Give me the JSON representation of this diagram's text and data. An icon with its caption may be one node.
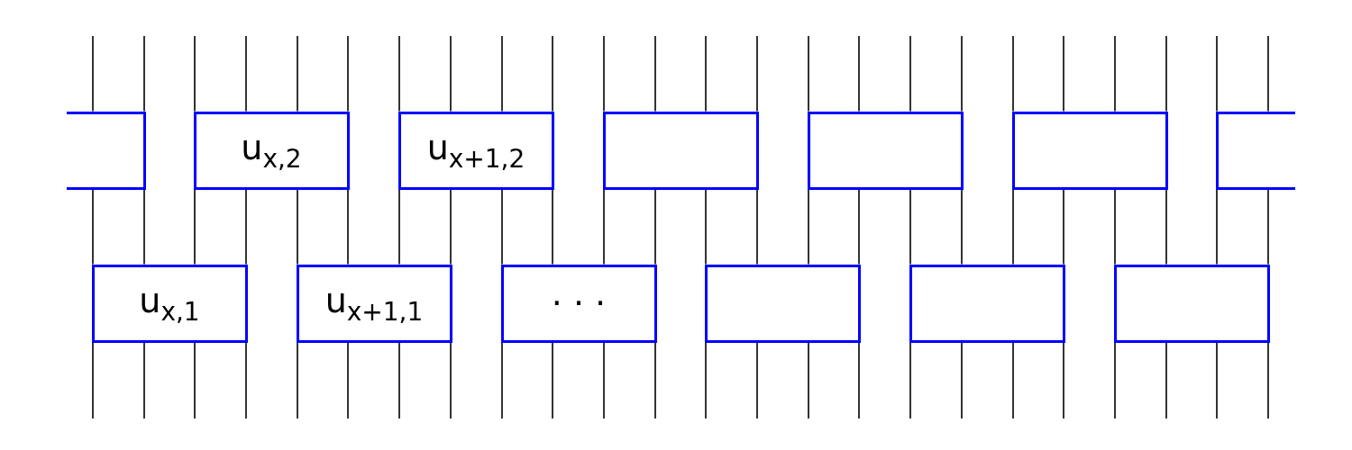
{
  "diagram": {
    "nodes": [
      {
        "text": [],
        "shape": "box"
      },
      {
        "text": [
          "u$_{x,2}$"
        ]
      },
      {
        "text": [
          "u$_{x+1,2}$"
        ]
      },
      {
        "text": [],
        "shape": "box"
      },
      {
        "text": [],
        "shape": "box"
      },
      {
        "text": [],
        "shape": "box"
      },
      {
        "text": [],
        "shape": "box"
      },
      {
        "text": [
          "u$_{x,1}$"
        ]
      },
      {
        "text": [
          "u$_{x+1,1}$"
        ]
      },
      {
        "text": [
          "· · ·"
        ]
      },
      {
        "text": [],
        "shape": "box"
      },
      {
        "text": [],
        "shape": "box"
      },
      {
        "text": [],
        "shape": "box"
      }
    ],
    "edges": [
      {
        "from": null,
        "to": 0,
        "arrow": "none"
      },
      {
        "from": 0,
        "to": 7,
        "arrow": "none"
      },
      {
        "from": 7,
        "to": null,
        "arrow": "none"
      },
      {
        "from": null,
        "to": 0,
        "arrow": "none"
      },
      {
        "from": 0,
        "to": 7,
        "arrow": "none"
      },
      {
        "from": 7,
        "to": null,
        "arrow": "none"
      },
      {
        "from": null,
        "to": 1,
        "arrow": "none"
      },
      {
        "from": 1,
        "to": 7,
        "arrow": "none"
      },
      {
        "from": 7,
        "to": null,
        "arrow": "none"
      },
      {
        "from": null,
        "to": 1,
        "arrow": "none"
      },
      {
        "from": 1,
        "to": 7,
        "arrow": "none"
      },
      {
        "from": 7,
        "to": null,
        "arrow": "none"
      },
      {
        "from": null,
        "to": 1,
        "arrow": "none"
      },
      {
        "from": 1,
        "to": 8,
        "arrow": "none"
      },
      {
        "from": 8,
        "to": null,
        "arrow": "none"
      },
      {
        "from": null,
        "to": 1,
        "arrow": "none"
      },
      {
        "from": 1,
        "to": 8,
        "arrow": "none"
      },
      {
        "from": 8,
        "to": null,
        "arrow": "none"
      },
      {
        "from": null,
        "to": 2,
        "arrow": "none"
      },
      {
        "from": 2,
        "to": 8,
        "arrow": "none"
      },
      {
        "from": 8,
        "to": null,
        "arrow": "none"
      },
      {
        "from": null,
        "to": 2,
        "arrow": "none"
      },
      {
        "from": 2,
        "to": 8,
        "arrow": "none"
      },
      {
        "from": 8,
        "to": null,
        "arrow": "none"
      },
      {
        "from": null,
        "to": 2,
        "arrow": "none"
      },
      {
        "from": 2,
        "to": 9,
        "arrow": "none"
      },
      {
        "from": 9,
        "to": null,
        "arrow": "none"
      },
      {
        "from": null,
        "to": 2,
        "arrow": "none"
      },
      {
        "from": 2,
        "to": 9,
        "arrow": "none"
      },
      {
        "from": 9,
        "to": null,
        "arrow": "none"
      },
      {
        "from": null,
        "to": 3,
        "arrow": "none"
      },
      {
        "from": 3,
        "to": 9,
        "arrow": "none"
      },
      {
        "from": 9,
        "to": null,
        "arrow": "none"
      },
      {
        "from": null,
        "to": 3,
        "arrow": "none"
      },
      {
        "from": 3,
        "to": 9,
        "arrow": "none"
      },
      {
        "from": 9,
        "to": null,
        "arrow": "none"
      },
      {
        "from": null,
        "to": 3,
        "arrow": "none"
      },
      {
        "from": 3,
        "to": 10,
        "arrow": "none"
      },
      {
        "from": 10,
        "to": null,
        "arrow": "none"
      },
      {
        "from": null,
        "to": 3,
        "arrow": "none"
      },
      {
        "from": 3,
        "to": 10,
        "arrow": "none"
      },
      {
        "from": 10,
        "to": null,
        "arrow": "none"
      },
      {
        "from": null,
        "to": 4,
        "arrow": "none"
      },
      {
        "from": 4,
        "to": 10,
        "arrow": "none"
      },
      {
        "from": 10,
        "to": null,
        "arrow": "none"
      },
      {
        "from": null,
        "to": 4,
        "arrow": "none"
      },
      {
        "from": 4,
        "to": 10,
        "arrow": "none"
      },
      {
        "from": 10,
        "to": null,
        "arrow": "none"
      },
      {
        "from": null,
        "to": 4,
        "arrow": "none"
      },
      {
        "from": 4,
        "to": 11,
        "arrow": "none"
      },
      {
        "from": 11,
        "to": null,
        "arrow": "none"
      },
      {
        "from": null,
        "to": 4,
        "arrow": "none"
      },
      {
        "from": 4,
        "to": 11,
        "arrow": "none"
      },
      {
        "from": 11,
        "to": null,
        "arrow": "none"
      },
      {
        "from": null,
        "to": 5,
        "arrow": "none"
      },
      {
        "from": 5,
        "to": 11,
        "arrow": "none"
      },
      {
        "from": 11,
        "to": null,
        "arrow": "none"
      },
      {
        "from": null,
        "to": 5,
        "arrow": "none"
      },
      {
        "from": 5,
        "to": 11,
        "arrow": "none"
      },
      {
        "from": 11,
        "to": null,
        "arrow": "none"
      },
      {
        "from": null,
        "to": 5,
        "arrow": "none"
      },
      {
        "from": 5,
        "to": 12,
        "arrow": "none"
      },
      {
        "from": 12,
        "to": null,
        "arrow": "none"
      },
      {
        "from": null,
        "to": 5,
        "arrow": "none"
      },
      {
        "from": 5,
        "to": 12,
        "arrow": "none"
      },
      {
        "from": 12,
        "to": null,
        "arrow": "none"
      },
      {
        "from": null,
        "to": 6,
        "arrow": "none"
      },
      {
        "from": 6,
        "to": 12,
        "arrow": "none"
      },
      {
        "from": 12,
        "to": null,
        "arrow": "none"
      },
      {
        "from": null,
        "to": 6,
        "arrow": "none"
      },
      {
        "from": 6,
        "to": 12,
        "arrow": "none"
      },
      {
        "from": 12,
        "to": null,
        "arrow": "none"
      }
    ]
  }
}
